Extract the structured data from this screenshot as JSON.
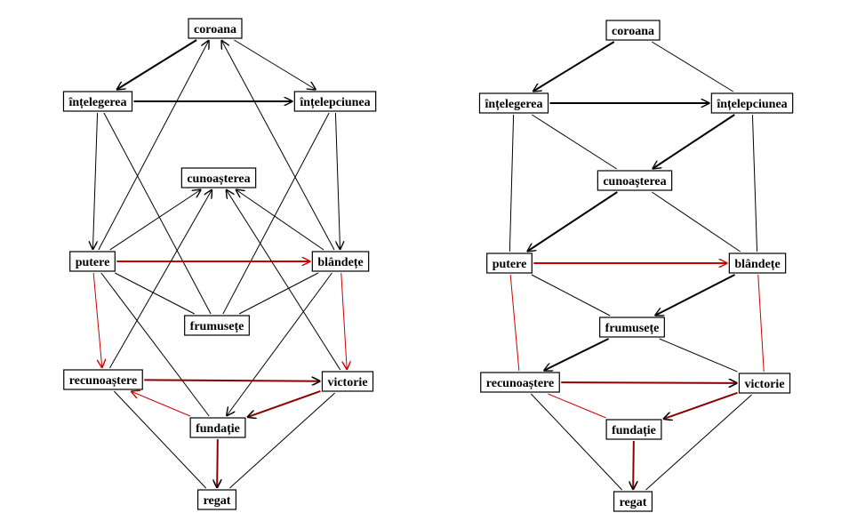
{
  "colors": {
    "background": "#ffffff",
    "line": "#000000",
    "red": "#cc0000",
    "darkred": "#8b0000"
  },
  "nodes": {
    "coroana": "coroana",
    "intelegerea": "înțelegerea",
    "intelepciunea": "înțelepciunea",
    "cunoasterea": "cunoașterea",
    "putere": "putere",
    "blandete": "blândețe",
    "frumusete": "frumusețe",
    "recunoastere": "recunoaștere",
    "victorie": "victorie",
    "fundatie": "fundație",
    "regat": "regat"
  },
  "diagrams": [
    {
      "id": "left",
      "edges": [
        {
          "from": "coroana",
          "to": "intelegerea",
          "arrow": true,
          "heavy": true,
          "color": "line"
        },
        {
          "from": "coroana",
          "to": "intelepciunea",
          "arrow": true,
          "heavy": false,
          "color": "line"
        },
        {
          "from": "intelegerea",
          "to": "intelepciunea",
          "arrow": true,
          "heavy": true,
          "color": "line"
        },
        {
          "from": "intelegerea",
          "to": "putere",
          "arrow": true,
          "heavy": false,
          "color": "line"
        },
        {
          "from": "intelepciunea",
          "to": "blandete",
          "arrow": true,
          "heavy": false,
          "color": "line"
        },
        {
          "from": "intelegerea",
          "to": "frumusete",
          "arrow": false,
          "heavy": false,
          "color": "line"
        },
        {
          "from": "intelepciunea",
          "to": "frumusete",
          "arrow": false,
          "heavy": false,
          "color": "line"
        },
        {
          "from": "putere",
          "to": "coroana",
          "arrow": true,
          "heavy": false,
          "color": "line"
        },
        {
          "from": "blandete",
          "to": "coroana",
          "arrow": true,
          "heavy": false,
          "color": "line"
        },
        {
          "from": "putere",
          "to": "cunoasterea",
          "arrow": true,
          "heavy": false,
          "color": "line"
        },
        {
          "from": "blandete",
          "to": "cunoasterea",
          "arrow": true,
          "heavy": false,
          "color": "line"
        },
        {
          "from": "putere",
          "to": "blandete",
          "arrow": true,
          "heavy": true,
          "color": "red"
        },
        {
          "from": "putere",
          "to": "frumusete",
          "arrow": false,
          "heavy": false,
          "color": "line"
        },
        {
          "from": "blandete",
          "to": "frumusete",
          "arrow": false,
          "heavy": false,
          "color": "line"
        },
        {
          "from": "recunoastere",
          "to": "cunoasterea",
          "arrow": true,
          "heavy": false,
          "color": "line"
        },
        {
          "from": "victorie",
          "to": "cunoasterea",
          "arrow": true,
          "heavy": false,
          "color": "line"
        },
        {
          "from": "putere",
          "to": "recunoastere",
          "arrow": true,
          "heavy": false,
          "color": "red"
        },
        {
          "from": "blandete",
          "to": "victorie",
          "arrow": true,
          "heavy": false,
          "color": "red"
        },
        {
          "from": "putere",
          "to": "fundatie",
          "arrow": false,
          "heavy": false,
          "color": "line"
        },
        {
          "from": "blandete",
          "to": "fundatie",
          "arrow": true,
          "heavy": false,
          "color": "line"
        },
        {
          "from": "recunoastere",
          "to": "victorie",
          "arrow": true,
          "heavy": true,
          "color": "darkred"
        },
        {
          "from": "fundatie",
          "to": "recunoastere",
          "arrow": true,
          "heavy": false,
          "color": "red"
        },
        {
          "from": "victorie",
          "to": "fundatie",
          "arrow": true,
          "heavy": true,
          "color": "darkred"
        },
        {
          "from": "recunoastere",
          "to": "regat",
          "arrow": false,
          "heavy": false,
          "color": "line"
        },
        {
          "from": "victorie",
          "to": "regat",
          "arrow": false,
          "heavy": false,
          "color": "line"
        },
        {
          "from": "fundatie",
          "to": "regat",
          "arrow": true,
          "heavy": true,
          "color": "darkred"
        }
      ]
    },
    {
      "id": "right",
      "edges": [
        {
          "from": "coroana",
          "to": "intelegerea",
          "arrow": true,
          "heavy": true,
          "color": "line"
        },
        {
          "from": "coroana",
          "to": "intelepciunea",
          "arrow": false,
          "heavy": false,
          "color": "line"
        },
        {
          "from": "intelegerea",
          "to": "intelepciunea",
          "arrow": true,
          "heavy": true,
          "color": "line"
        },
        {
          "from": "intelegerea",
          "to": "cunoasterea",
          "arrow": false,
          "heavy": false,
          "color": "line"
        },
        {
          "from": "intelepciunea",
          "to": "cunoasterea",
          "arrow": true,
          "heavy": true,
          "color": "line"
        },
        {
          "from": "intelegerea",
          "to": "putere",
          "arrow": false,
          "heavy": false,
          "color": "line"
        },
        {
          "from": "intelepciunea",
          "to": "blandete",
          "arrow": false,
          "heavy": false,
          "color": "line"
        },
        {
          "from": "cunoasterea",
          "to": "putere",
          "arrow": true,
          "heavy": true,
          "color": "line"
        },
        {
          "from": "cunoasterea",
          "to": "blandete",
          "arrow": false,
          "heavy": false,
          "color": "line"
        },
        {
          "from": "putere",
          "to": "blandete",
          "arrow": true,
          "heavy": true,
          "color": "red"
        },
        {
          "from": "putere",
          "to": "frumusete",
          "arrow": false,
          "heavy": false,
          "color": "line"
        },
        {
          "from": "blandete",
          "to": "frumusete",
          "arrow": true,
          "heavy": true,
          "color": "line"
        },
        {
          "from": "putere",
          "to": "recunoastere",
          "arrow": false,
          "heavy": false,
          "color": "red"
        },
        {
          "from": "blandete",
          "to": "victorie",
          "arrow": false,
          "heavy": false,
          "color": "red"
        },
        {
          "from": "frumusete",
          "to": "recunoastere",
          "arrow": true,
          "heavy": true,
          "color": "line"
        },
        {
          "from": "frumusete",
          "to": "victorie",
          "arrow": false,
          "heavy": false,
          "color": "line"
        },
        {
          "from": "recunoastere",
          "to": "victorie",
          "arrow": true,
          "heavy": true,
          "color": "darkred"
        },
        {
          "from": "recunoastere",
          "to": "fundatie",
          "arrow": false,
          "heavy": false,
          "color": "red"
        },
        {
          "from": "victorie",
          "to": "fundatie",
          "arrow": true,
          "heavy": true,
          "color": "darkred"
        },
        {
          "from": "recunoastere",
          "to": "regat",
          "arrow": false,
          "heavy": false,
          "color": "line"
        },
        {
          "from": "victorie",
          "to": "regat",
          "arrow": false,
          "heavy": false,
          "color": "line"
        },
        {
          "from": "fundatie",
          "to": "regat",
          "arrow": true,
          "heavy": true,
          "color": "darkred"
        }
      ]
    }
  ]
}
